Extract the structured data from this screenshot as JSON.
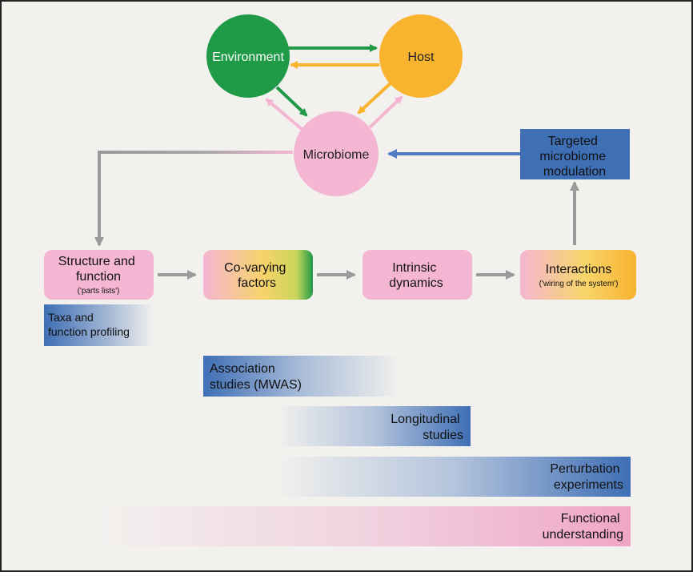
{
  "nodes": {
    "environment": "Environment",
    "host": "Host",
    "microbiome": "Microbiome",
    "targeted": [
      "Targeted",
      "microbiome",
      "modulation"
    ],
    "structure": [
      "Structure and",
      "function"
    ],
    "structure_sub": "('parts lists')",
    "covarying": [
      "Co-varying",
      "factors"
    ],
    "intrinsic": [
      "Intrinsic",
      "dynamics"
    ],
    "interactions": "Interactions",
    "interactions_sub": "('wiring of the system')"
  },
  "bars": {
    "taxa": [
      "Taxa and",
      "function profiling"
    ],
    "association": [
      "Association",
      "studies (MWAS)"
    ],
    "longitudinal": [
      "Longitudinal",
      "studies"
    ],
    "perturbation": [
      "Perturbation",
      "experiments"
    ],
    "functional": [
      "Functional",
      "understanding"
    ]
  },
  "colors": {
    "green": "#1f9a47",
    "orange": "#f8b32f",
    "pink": "#f4b6d2",
    "blue": "#3f6fb5",
    "grey": "#9a9a9a",
    "background": "#f2f1ee"
  }
}
